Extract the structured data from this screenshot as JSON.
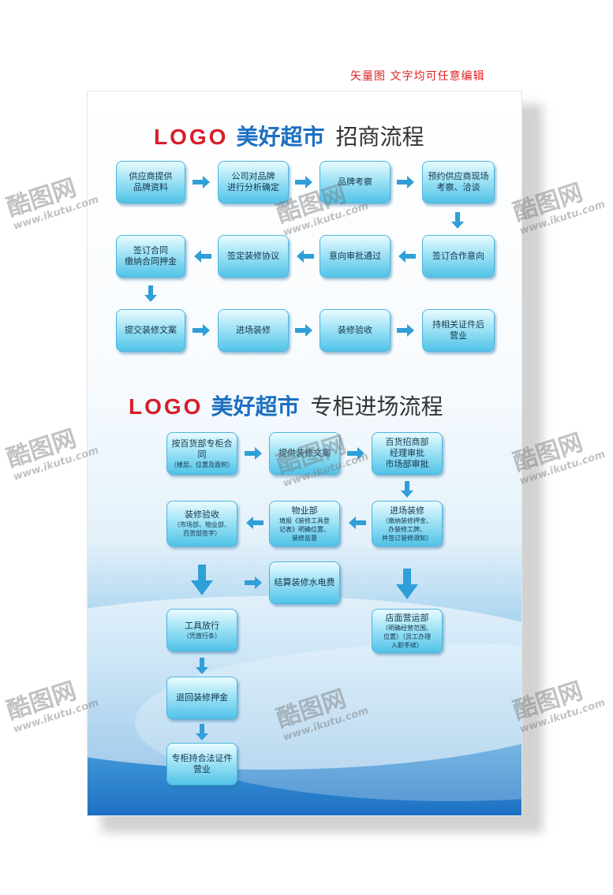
{
  "note": "矢量图 文字均可任意编辑",
  "section1": {
    "logo": "LOGO",
    "name": "美好超市",
    "process": "招商流程",
    "steps": [
      "供应商提供\n品牌资料",
      "公司对品牌\n进行分析确定",
      "品牌考察",
      "预约供应商现场\n考察、洽谈",
      "签订合作意向",
      "意向审批通过",
      "签定装修协议",
      "签订合同\n缴纳合同押金",
      "提交装修文案",
      "进场装修",
      "装修验收",
      "持相关证件后\n营业"
    ]
  },
  "section2": {
    "logo": "LOGO",
    "name": "美好超市",
    "process": "专柜进场流程",
    "steps": {
      "s1_title": "按百货部专柜合同",
      "s1_sub": "（楼层、位置及面积）",
      "s2": "提供装修文案",
      "s3": "百货招商部\n经理审批\n市场部审批",
      "s4_title": "进场装修",
      "s4_sub": "（缴纳装修押金、\n办装修工牌、\n并签订装修须知）",
      "s5_title": "物业部",
      "s5_sub": "填报《装修工具登\n记表》明确位置、\n装修监督",
      "s6_title": "装修验收",
      "s6_sub": "（市场部、物业部、\n百货部签字）",
      "s7": "结算装修水电费",
      "s8_title": "工具放行",
      "s8_sub": "（凭放行条）",
      "s9_title": "店面营运部",
      "s9_sub": "（明确经营范围、\n位置）（员工办理\n入职手续）",
      "s10": "退回装修押金",
      "s11": "专柜持合法证件\n营业"
    }
  },
  "watermark": {
    "brand": "酷图网",
    "url": "www.ikutu.com"
  }
}
